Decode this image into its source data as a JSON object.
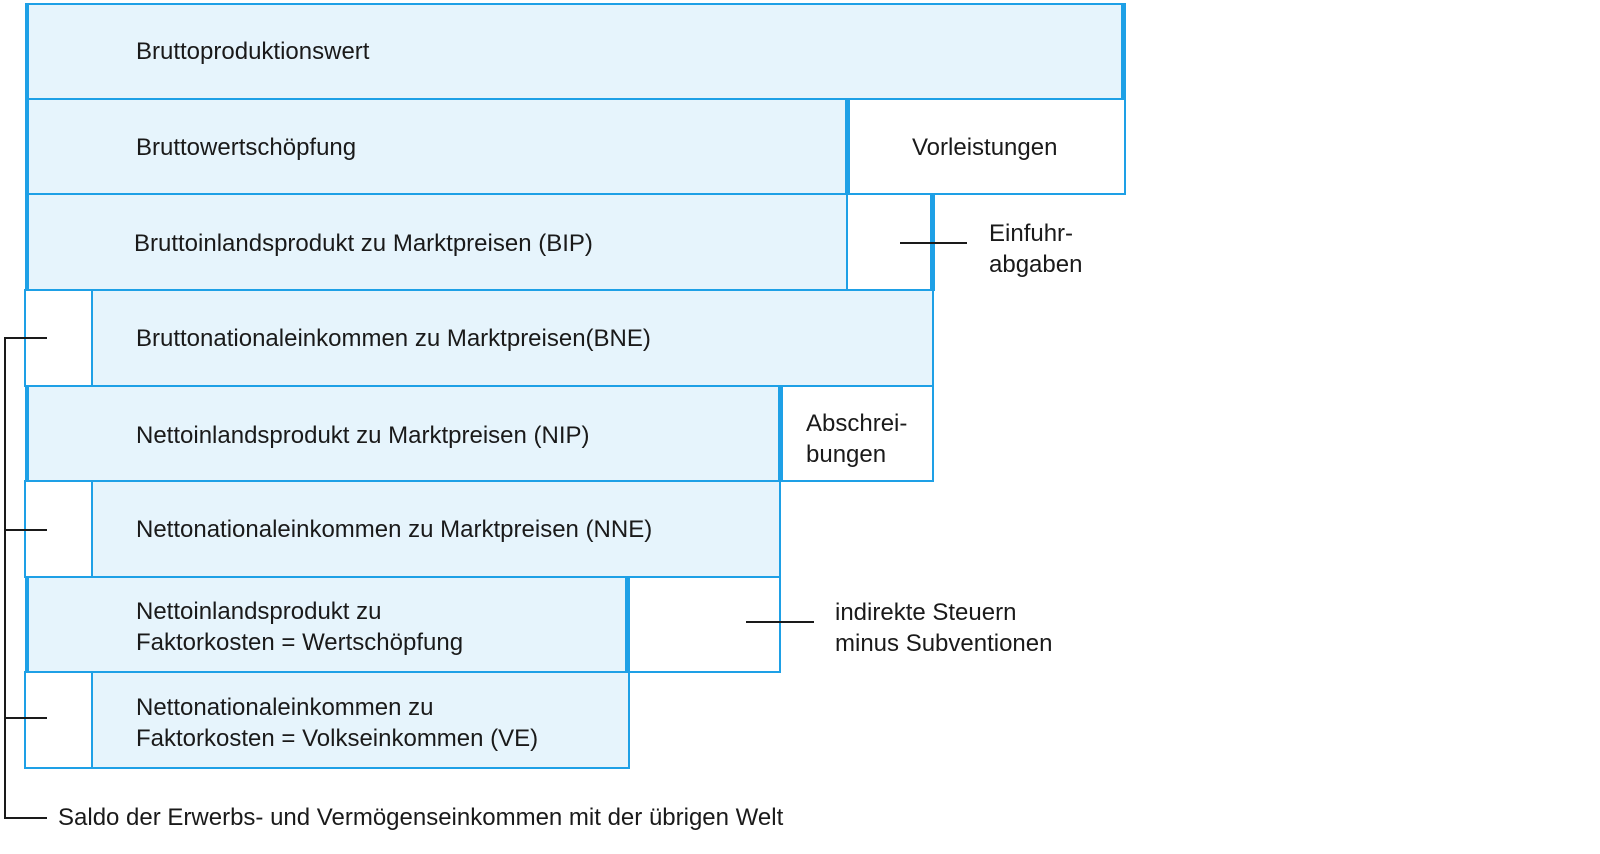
{
  "rows": {
    "bruttoproduktionswert": "Bruttoproduktionswert",
    "bruttowertschoepfung": "Bruttowertschöpfung",
    "bip": "Bruttoinlandsprodukt zu Marktpreisen (BIP)",
    "bne": "Bruttonationaleinkommen zu Marktpreisen(BNE)",
    "nip": "Nettoinlandsprodukt zu Marktpreisen (NIP)",
    "nne": "Nettonationaleinkommen zu Marktpreisen (NNE)",
    "wertschoepfung_line1": "Nettoinlandsprodukt zu",
    "wertschoepfung_line2": "Faktorkosten = Wertschöpfung",
    "volkseinkommen_line1": "Nettonationaleinkommen zu",
    "volkseinkommen_line2": "Faktorkosten = Volkseinkommen (VE)"
  },
  "side": {
    "vorleistungen": "Vorleistungen",
    "einfuhr_line1": "Einfuhr-",
    "einfuhr_line2": "abgaben",
    "abschreibungen_line1": "Abschrei-",
    "abschreibungen_line2": "bungen",
    "steuern_line1": "indirekte Steuern",
    "steuern_line2": "minus Subventionen",
    "saldo": "Saldo der Erwerbs- und Vermögenseinkommen mit der übrigen Welt"
  },
  "colors": {
    "accent": "#1ea0e6",
    "fill": "#e6f4fc",
    "line": "#1a1a1a"
  }
}
